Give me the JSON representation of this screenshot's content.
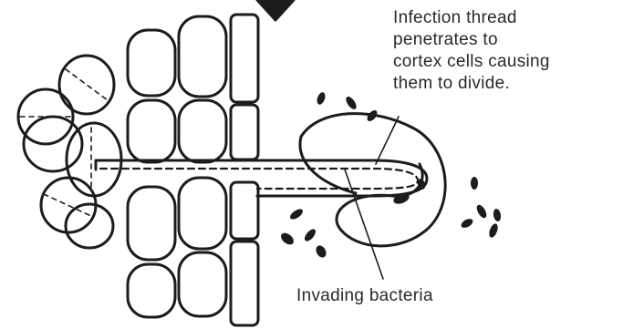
{
  "labels": {
    "infection_thread": [
      "Infection thread",
      "penetrates to",
      "cortex cells causing",
      "them to divide."
    ],
    "invading_bacteria": "Invading bacteria"
  },
  "colors": {
    "ink": "#1c1c1c",
    "background": "#ffffff"
  }
}
